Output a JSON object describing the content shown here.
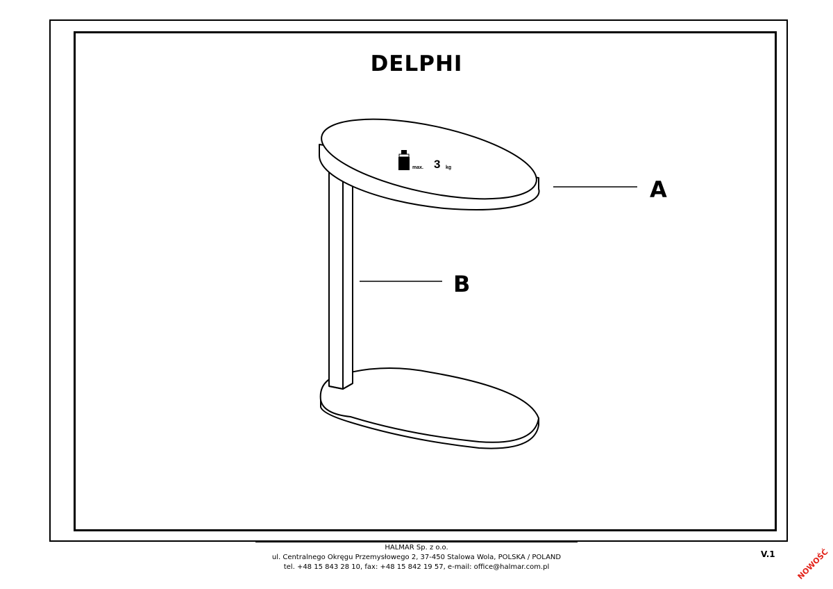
{
  "document": {
    "title": "DELPHI",
    "version": "V.1",
    "badge": "NOWOŚĆ",
    "badge_color": "#e2231a"
  },
  "parts": {
    "a_label": "A",
    "b_label": "B"
  },
  "load_rating": {
    "prefix": "max.",
    "value": "3",
    "unit": "kg",
    "icon": "weight-icon"
  },
  "footer": {
    "company": "HALMAR Sp. z o.o.",
    "address": "ul. Centralnego Okręgu Przemysłowego 2, 37-450 Stalowa Wola, POLSKA / POLAND",
    "contact": "tel. +48 15 843 28 10, fax: +48 15 842 19 57, e-mail: office@halmar.com.pl"
  }
}
